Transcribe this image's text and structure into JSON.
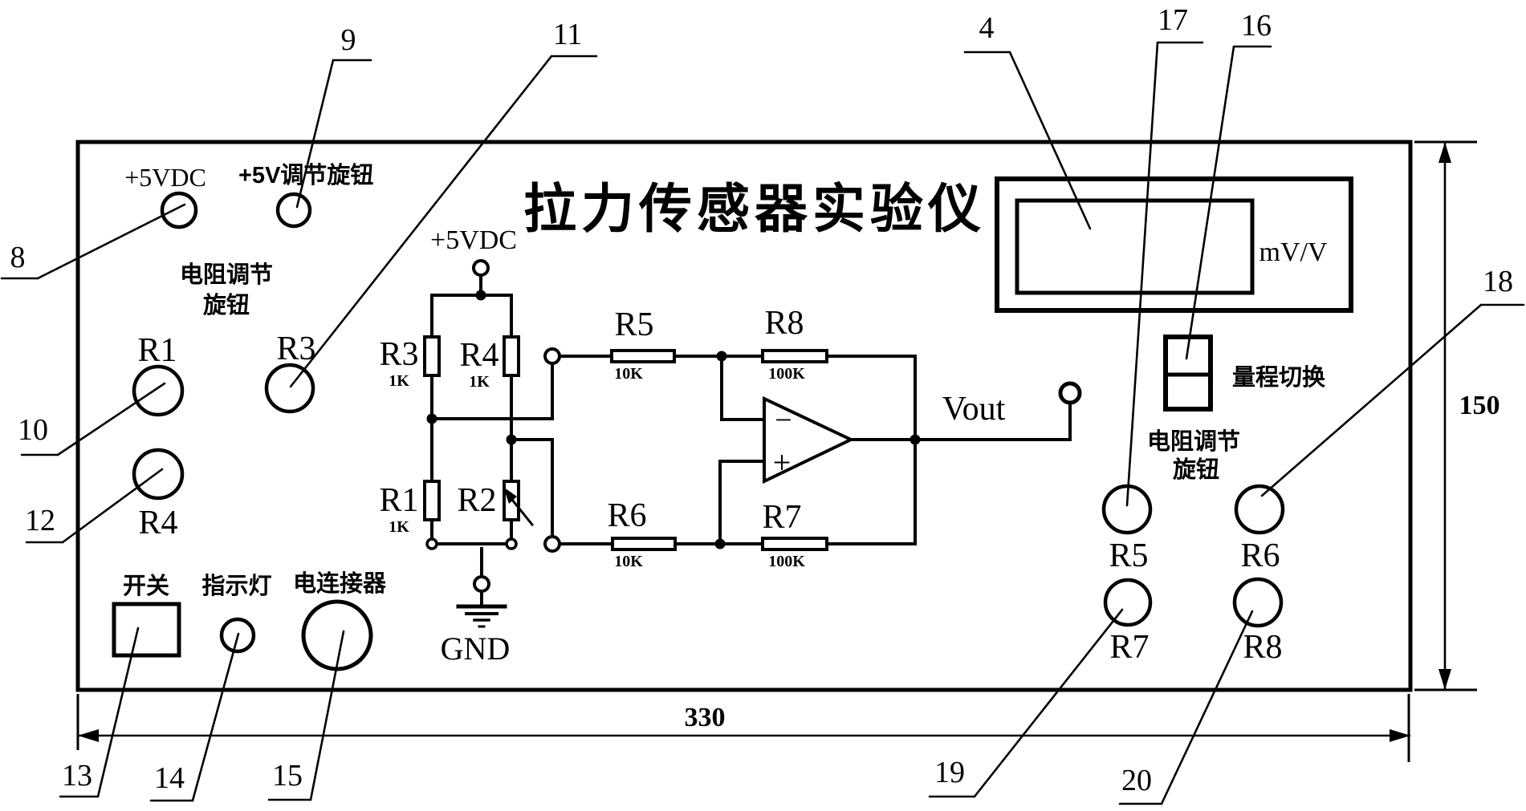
{
  "title": "拉力传感器实验仪",
  "panel": {
    "power_terminal_label": "+5VDC",
    "adjust_knob_label": "+5V调节旋钮",
    "left_group_line1": "电阻调节",
    "left_group_line2": "旋钮",
    "knob_r1": "R1",
    "knob_r3": "R3",
    "knob_r4": "R4",
    "switch_label": "开关",
    "indicator_label": "指示灯",
    "connector_label": "电连接器",
    "display_unit": "mV/V",
    "range_switch_label": "量程切换",
    "right_group_line1": "电阻调节",
    "right_group_line2": "旋钮",
    "knob_r5": "R5",
    "knob_r6": "R6",
    "knob_r7": "R7",
    "knob_r8": "R8"
  },
  "circuit": {
    "supply_label": "+5VDC",
    "r1": {
      "name": "R1",
      "value": "1K"
    },
    "r2": {
      "name": "R2"
    },
    "r3": {
      "name": "R3",
      "value": "1K"
    },
    "r4": {
      "name": "R4",
      "value": "1K"
    },
    "r5": {
      "name": "R5",
      "value": "10K"
    },
    "r6": {
      "name": "R6",
      "value": "10K"
    },
    "r7": {
      "name": "R7",
      "value": "100K"
    },
    "r8": {
      "name": "R8",
      "value": "100K"
    },
    "opamp_minus": "−",
    "opamp_plus": "+",
    "vout_label": "Vout",
    "gnd_label": "GND"
  },
  "callouts": {
    "n4": "4",
    "n8": "8",
    "n9": "9",
    "n10": "10",
    "n11": "11",
    "n12": "12",
    "n13": "13",
    "n14": "14",
    "n15": "15",
    "n16": "16",
    "n17": "17",
    "n18": "18",
    "n19": "19",
    "n20": "20"
  },
  "dimensions": {
    "width_value": "330",
    "height_value": "150"
  },
  "colors": {
    "ink": "#000000",
    "paper": "#ffffff"
  }
}
